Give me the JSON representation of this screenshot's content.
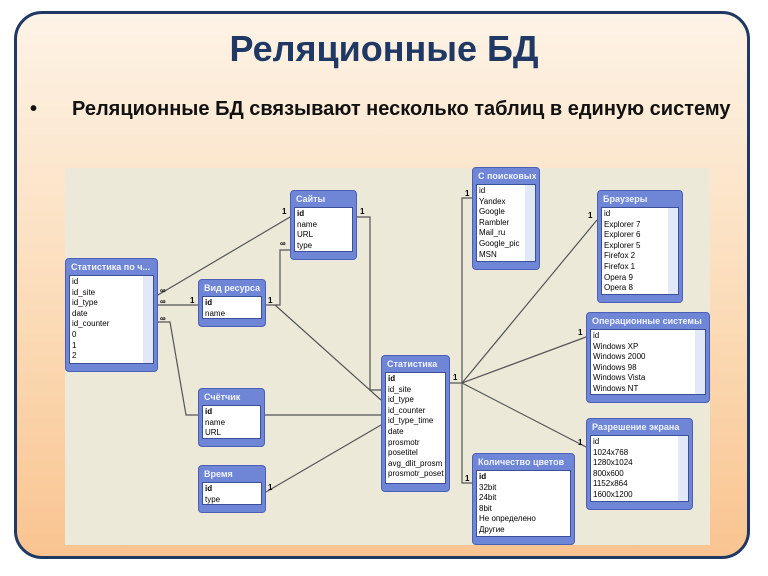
{
  "title": "Реляционные БД",
  "bullet": "Реляционные БД связывают несколько таблиц в единую систему",
  "tables": {
    "stat_ch": {
      "name": "Статистика по ч...",
      "fields": [
        "id",
        "id_site",
        "id_type",
        "date",
        "id_counter",
        "0",
        "1",
        "2"
      ]
    },
    "sites": {
      "name": "Сайты",
      "fields": [
        "id",
        "name",
        "URL",
        "type"
      ]
    },
    "vid": {
      "name": "Вид ресурса",
      "fields": [
        "id",
        "name"
      ]
    },
    "counter": {
      "name": "Счётчик",
      "fields": [
        "id",
        "name",
        "URL"
      ]
    },
    "time": {
      "name": "Время",
      "fields": [
        "id",
        "type"
      ]
    },
    "stat": {
      "name": "Статистика",
      "fields": [
        "id",
        "id_site",
        "id_type",
        "id_counter",
        "id_type_time",
        "date",
        "prosmotr",
        "posetitel",
        "avg_dlit_prosm",
        "prosmotr_poset"
      ]
    },
    "search": {
      "name": "С поисковых",
      "fields": [
        "id",
        "Yandex",
        "Google",
        "Rambler",
        "Mail_ru",
        "Google_pic",
        "MSN"
      ]
    },
    "browsers": {
      "name": "Браузеры",
      "fields": [
        "id",
        "Explorer 7",
        "Explorer 6",
        "Explorer 5",
        "Firefox 2",
        "Firefox 1",
        "Opera 9",
        "Opera 8"
      ]
    },
    "os": {
      "name": "Операционные системы",
      "fields": [
        "id",
        "Windows XP",
        "Windows 2000",
        "Windows 98",
        "Windows Vista",
        "Windows NT"
      ]
    },
    "res": {
      "name": "Разрешение экрана",
      "fields": [
        "id",
        "1024x768",
        "1280x1024",
        "800x600",
        "1152x864",
        "1600x1200"
      ]
    },
    "colors": {
      "name": "Количество цветов",
      "fields": [
        "id",
        "32bit",
        "24bit",
        "8bit",
        "Не определено",
        "Другие"
      ]
    }
  },
  "labels": {
    "one": "1",
    "many": "∞"
  }
}
